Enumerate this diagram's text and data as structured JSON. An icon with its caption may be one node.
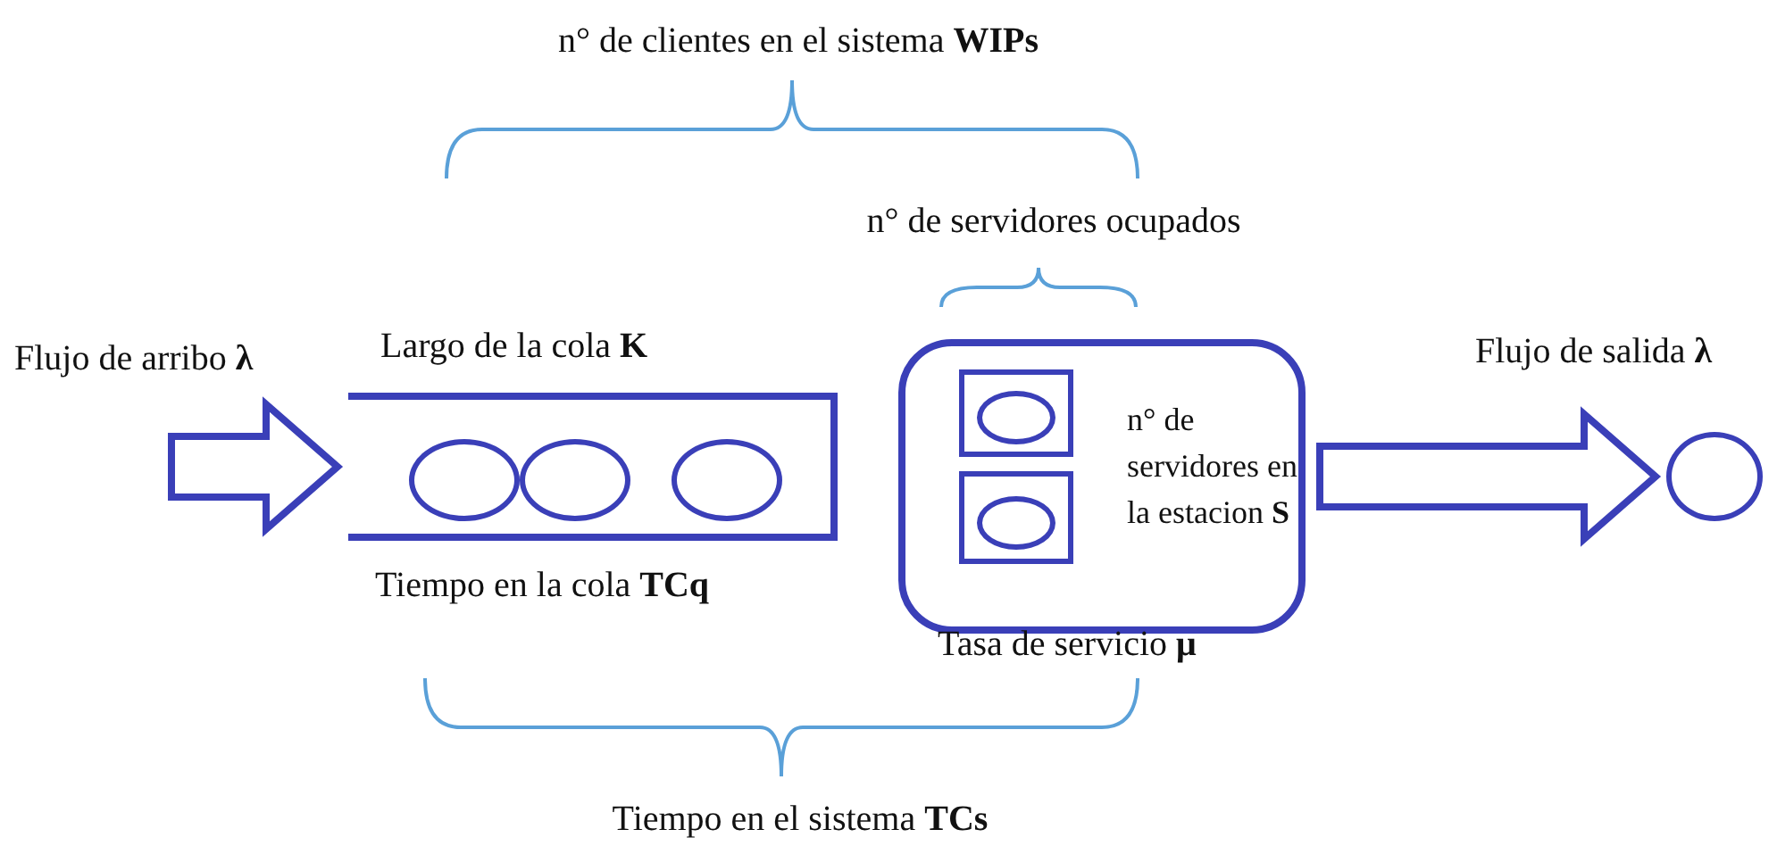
{
  "diagram": {
    "nodes": [
      {
        "text": [],
        "shape": "box",
        "beside": [
          "Largo de la cola **K**",
          "Tiempo en la cola **TCq**"
        ]
      },
      {
        "text": [],
        "shape": "circle",
        "in": 0
      },
      {
        "text": [],
        "shape": "circle",
        "in": 0
      },
      {
        "text": [],
        "shape": "circle",
        "in": 0
      },
      {
        "text": [
          "n° de servidores en la estacion **S**"
        ],
        "beside": [
          "Tasa de servicio **μ**"
        ]
      },
      {
        "text": [],
        "shape": "box",
        "in": 4
      },
      {
        "text": [],
        "shape": "circle",
        "in": 5
      },
      {
        "text": [],
        "shape": "box",
        "in": 4
      },
      {
        "text": [],
        "shape": "circle",
        "in": 7
      },
      {
        "text": [],
        "shape": "circle"
      }
    ],
    "edges": [
      {
        "from": null,
        "to": 0,
        "arrow": "to",
        "label": "Flujo de arribo **λ**"
      },
      {
        "from": 4,
        "to": 9,
        "arrow": "to",
        "label": "Flujo de salida **λ**"
      }
    ],
    "labels": [
      "n° de clientes en el sistema **WIPs**",
      "n° de servidores ocupados",
      "Tiempo en el sistema **TCs**"
    ]
  }
}
